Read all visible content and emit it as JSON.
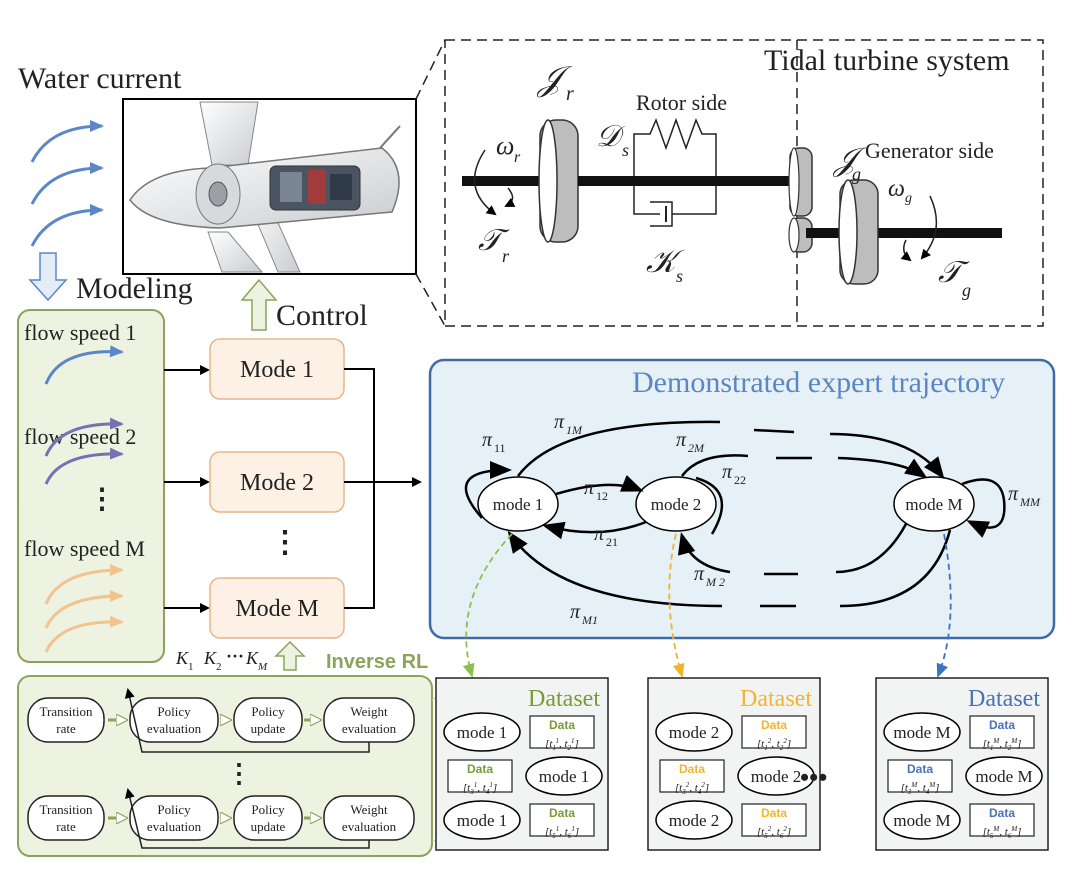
{
  "labels": {
    "water_current": "Water current",
    "tidal_title": "Tidal turbine system",
    "rotor_side": "Rotor side",
    "generator_side": "Generator side",
    "modeling": "Modeling",
    "control": "Control",
    "inverse_rl": "Inverse RL",
    "demo_title": "Demonstrated expert trajectory",
    "ellipsis_dots": "⋮",
    "hdots": "•••"
  },
  "symbols": {
    "J": "𝒥",
    "D": "𝒟",
    "K": "𝒦",
    "T": "𝒯",
    "omega": "ω",
    "pi": "π",
    "sub_r": "r",
    "sub_s": "s",
    "sub_g": "g",
    "pi_11": "11",
    "pi_12": "12",
    "pi_21": "21",
    "pi_22": "22",
    "pi_1M": "1M",
    "pi_2M": "2M",
    "pi_M2": "M 2",
    "pi_M1": "M1",
    "pi_MM": "MM",
    "gains": [
      "K",
      "K",
      "K"
    ],
    "gain_subs": [
      "1",
      "2",
      "M"
    ],
    "gain_dots": "···"
  },
  "flow_speeds": [
    "flow speed 1",
    "flow speed 2",
    "flow speed M"
  ],
  "modes_left": [
    "Mode 1",
    "Mode 2",
    "Mode M"
  ],
  "modes_graph": [
    "mode 1",
    "mode 2",
    "mode M"
  ],
  "irl_blocks": [
    "Transition",
    "rate",
    "Policy",
    "evaluation",
    "Policy",
    "update",
    "Weight",
    "evaluation"
  ],
  "datasets": [
    {
      "title": "Dataset",
      "color": "#7a9a3a",
      "mode": "mode 1",
      "data_label": "Data",
      "sup": "1"
    },
    {
      "title": "Dataset",
      "color": "#f2b530",
      "mode": "mode 2",
      "data_label": "Data",
      "sup": "2"
    },
    {
      "title": "Dataset",
      "color": "#4a72b8",
      "mode": "mode M",
      "data_label": "Data",
      "sup": "M"
    }
  ],
  "colors": {
    "flow_top": "#5b86c9",
    "flow_mid": "#7a6fb5",
    "flow_bottom": "#f1c38f",
    "green_border": "#8ca35a",
    "green_fill": "#eef2e1",
    "mode_fill": "#fdf1e6",
    "mode_border": "#e9b48c",
    "blue_border": "#3f6aa8",
    "blue_fill": "#e6f0f7",
    "ds_fill": "#f2f4f3",
    "green_dash": "#8fbf4a",
    "orange_dash": "#f0b429",
    "blue_dash": "#3d74c2",
    "demo_title": "#5a86c5"
  }
}
